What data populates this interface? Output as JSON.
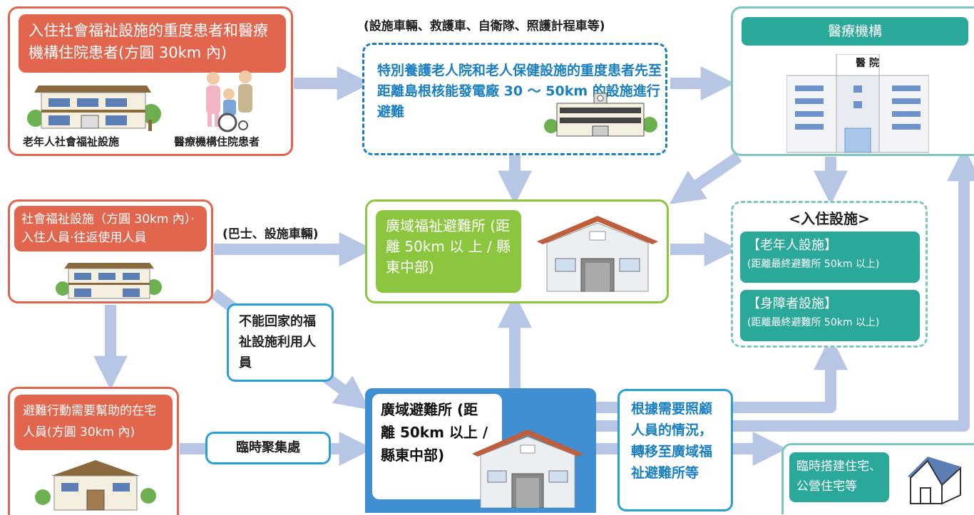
{
  "boxes": {
    "inpatient": {
      "title": "入住社會福祉設施的重度患者和醫療機構住院患者(方圓 30km 內)",
      "label_left": "老年人社會福祉設施",
      "label_right": "醫療機構住院患者"
    },
    "welfare_30km": {
      "title": "社會福祉設施（方圓 30km 內）‧入住人員‧往返使用人員"
    },
    "home_help": {
      "title": "避難行動需要幫助的在宅人員(方圓 30km 內)"
    },
    "special_care": {
      "text": "特別養護老人院和老人保健設施的重度患者先至距離島根核能發電廠 30 ～ 50km 的設施進行避難"
    },
    "medical": {
      "title": "醫療機構",
      "hospital_sign": "醫 院"
    },
    "welfare_shelter": {
      "title": "廣域福祉避難所 (距 離 50km 以 上 / 縣東中部)"
    },
    "residential": {
      "title": "<入住設施>",
      "item1_title": "【老年人設施】",
      "item1_sub": "(距離最終避難所 50km 以上)",
      "item2_title": "【身障者設施】",
      "item2_sub": "(距離最終避難所 50km 以上)"
    },
    "cannot_return": {
      "text": "不能回家的福祉設施利用人員"
    },
    "gathering": {
      "text": "臨時聚集處"
    },
    "wide_shelter": {
      "title": "廣域避難所 (距 離 50km 以上 / 縣東中部)"
    },
    "transfer": {
      "text": "根據需要照顧人員的情況，轉移至廣域福祉避難所等"
    },
    "temp_housing": {
      "text": "臨時搭建住宅、公營住宅等"
    }
  },
  "captions": {
    "top_vehicles": "(設施車輛、救護車、自衛隊、照護計程車等)",
    "bus": "(巴士、設施車輛)"
  },
  "colors": {
    "red": "#e2654e",
    "teal": "#2aa89a",
    "green": "#8cc63f",
    "blue": "#2a9fd6",
    "shelter_blue": "#3f8fd2",
    "arrow": "#b7c6e4"
  }
}
